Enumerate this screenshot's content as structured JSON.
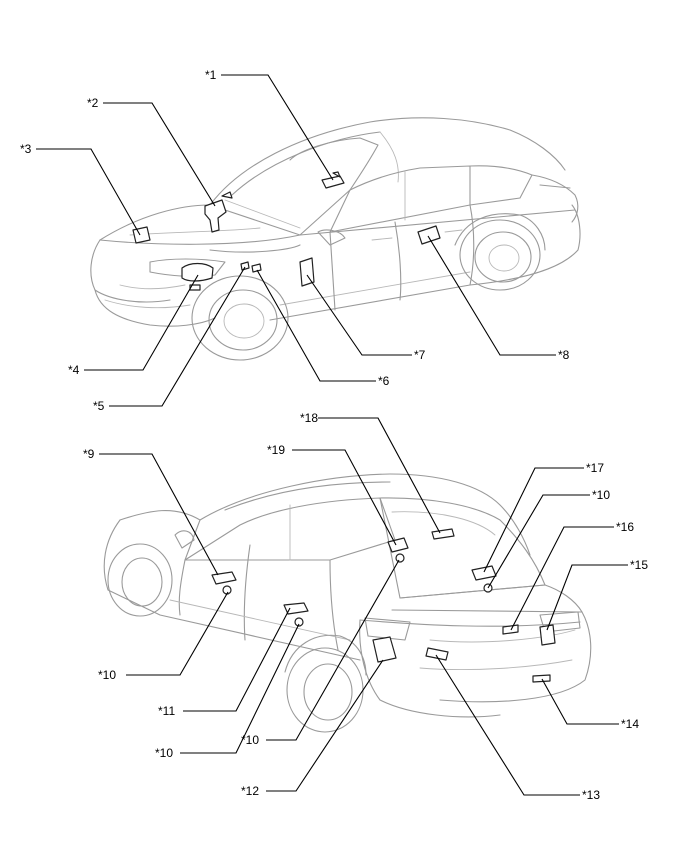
{
  "upper_view": {
    "callouts": [
      "*1",
      "*2",
      "*3",
      "*4",
      "*5",
      "*6",
      "*7",
      "*8"
    ]
  },
  "lower_view": {
    "callouts": [
      "*9",
      "*10",
      "*11",
      "*10",
      "*12",
      "*10",
      "*13",
      "*14",
      "*15",
      "*16",
      "*10",
      "*17",
      "*18",
      "*19"
    ]
  }
}
